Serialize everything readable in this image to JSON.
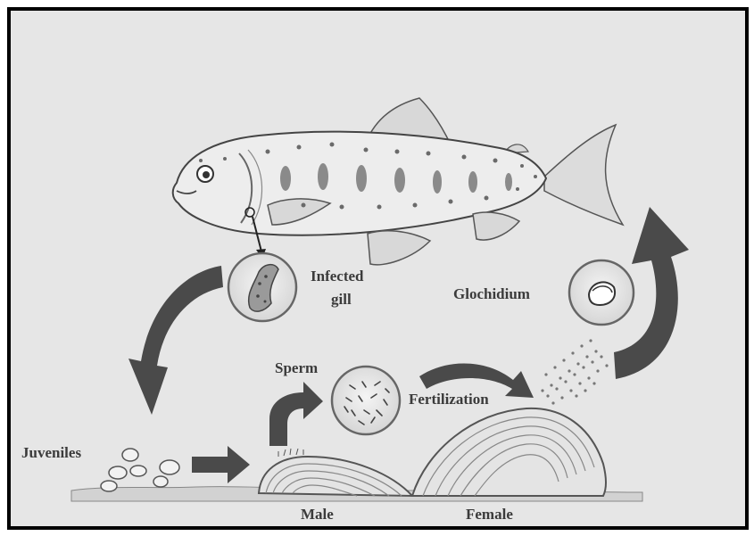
{
  "diagram": {
    "labels": {
      "infected_gill": [
        "Infected",
        "gill"
      ],
      "glochidium": "Glochidium",
      "sperm": "Sperm",
      "fertilization": "Fertilization",
      "juveniles": "Juveniles",
      "male": "Male",
      "female": "Female"
    },
    "colors": {
      "background": "#e6e6e6",
      "arrow": "#4a4a4a",
      "border": "#000000",
      "fish_fill": "#ededed",
      "fish_spot": "#6a6a6a"
    }
  }
}
